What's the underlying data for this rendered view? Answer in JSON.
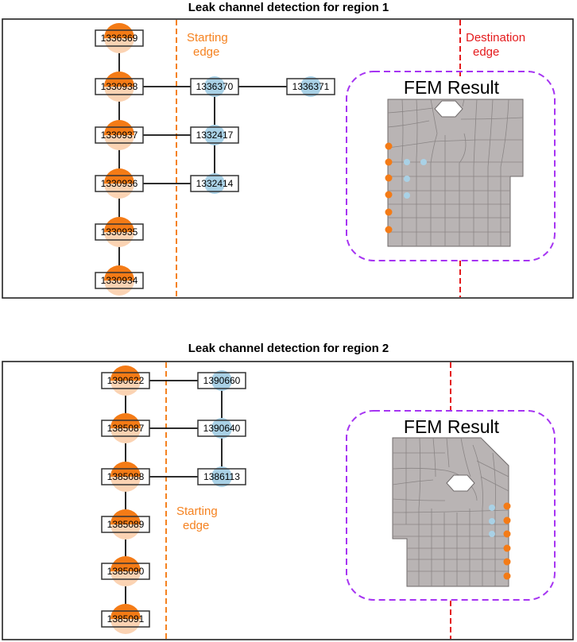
{
  "colors": {
    "orange_node": "#f47b16",
    "orange_node_light": "#fbd3b3",
    "blue_node": "#a9d1e6",
    "starting_edge": "#f58220",
    "destination_edge": "#e41a1c",
    "fem_box": "#a634f2",
    "mesh_fill": "#b9b4b4",
    "mesh_line": "#8a8585"
  },
  "region1": {
    "title": "Leak channel detection for region 1",
    "starting_edge_label": [
      "Starting",
      "edge"
    ],
    "destination_edge_label": [
      "Destination",
      "edge"
    ],
    "fem_title": "FEM Result",
    "left_nodes": [
      "1336369",
      "1330938",
      "1330937",
      "1330936",
      "1330935",
      "1330934"
    ],
    "middle_nodes": [
      "1336370",
      "1332417",
      "1332414"
    ],
    "right_nodes": [
      "1336371"
    ]
  },
  "region2": {
    "title": "Leak channel detection for region 2",
    "starting_edge_label": [
      "Starting",
      "edge"
    ],
    "fem_title": "FEM Result",
    "left_nodes": [
      "1390622",
      "1385087",
      "1385088",
      "1385089",
      "1385090",
      "1385091"
    ],
    "middle_nodes": [
      "1390660",
      "1390640",
      "1386113"
    ]
  }
}
